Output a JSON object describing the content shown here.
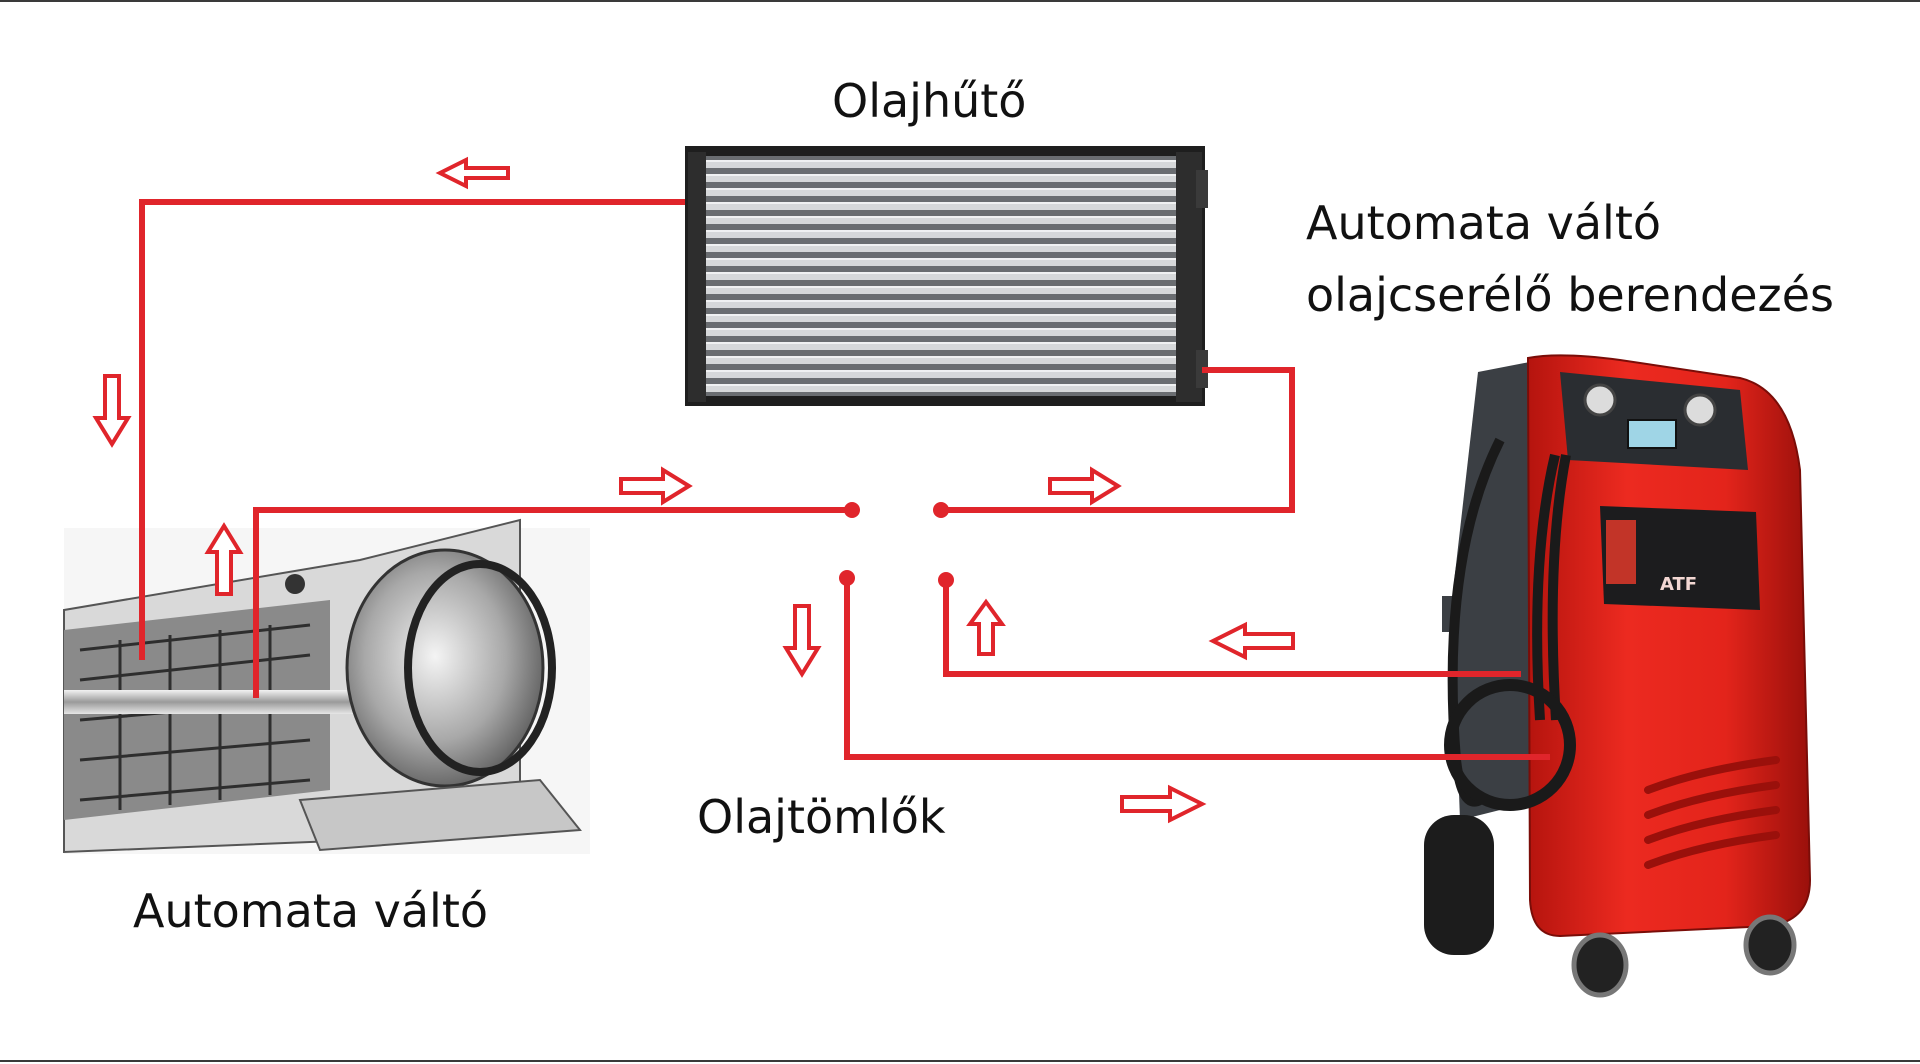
{
  "labels": {
    "cooler": "Olajhűtő",
    "machine_line1": "Automata váltó",
    "machine_line2": "olajcserélő berendezés",
    "hoses": "Olajtömlők",
    "transmission": "Automata váltó"
  },
  "machine_badge": "ATF",
  "colors": {
    "flow_line": "#e0252b",
    "machine_red": "#e3241b",
    "machine_dark": "#3b3f44",
    "cooler_frame": "#2a2a2a",
    "cooler_fins": "#a9acb0",
    "text": "#111111"
  },
  "icons": [
    "arrow-left-icon",
    "arrow-right-icon",
    "arrow-up-icon",
    "arrow-down-icon"
  ]
}
